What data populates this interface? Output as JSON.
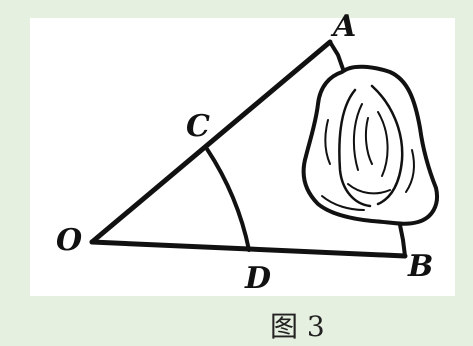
{
  "points": {
    "O": "O",
    "A": "A",
    "B": "B",
    "C": "C",
    "D": "D"
  },
  "caption": "图 3",
  "colors": {
    "background": "#e6f0e0",
    "panel": "#ffffff",
    "ink": "#111111"
  }
}
